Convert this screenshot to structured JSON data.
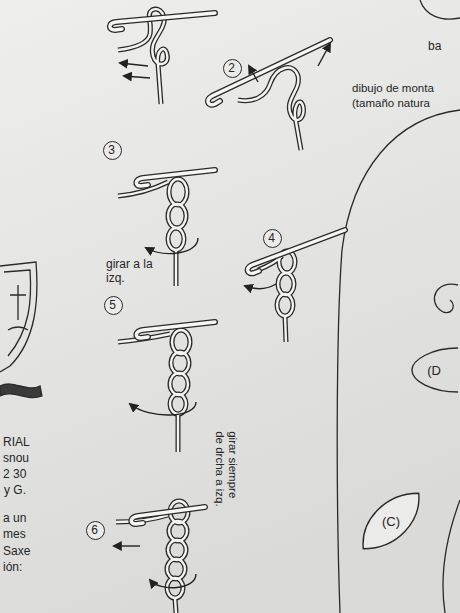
{
  "diagram": {
    "nodes": [
      {
        "text": [
          "2"
        ]
      },
      {
        "text": [
          "3"
        ]
      },
      {
        "text": [
          "4"
        ]
      },
      {
        "text": [
          "5"
        ]
      },
      {
        "text": [
          "(D"
        ]
      },
      {
        "text": [
          "(C)"
        ]
      },
      {
        "text": [
          "6"
        ]
      }
    ],
    "labels": [
      "ba",
      "dibujo de monta",
      "(tamaño natura",
      "girar a la izq.",
      "girar siempre de drcha a izq.",
      "RIAL",
      "snou",
      "2 30",
      "y G.",
      "a un",
      "mes",
      "Saxe",
      "ión:"
    ]
  }
}
